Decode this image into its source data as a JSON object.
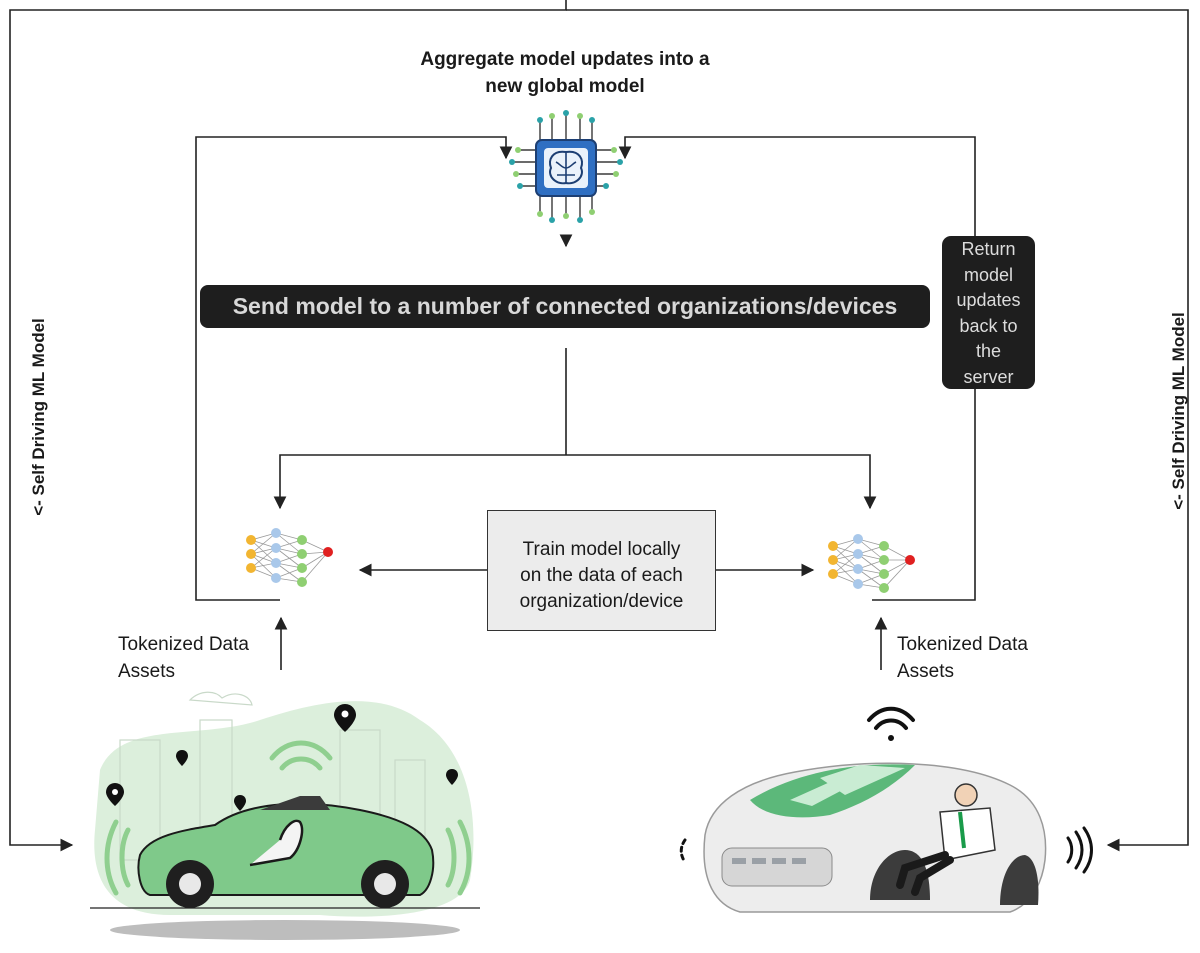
{
  "aggregate": {
    "line1": "Aggregate model updates into a",
    "line2": "new global model"
  },
  "send": {
    "label": "Send model to a number of connected organizations/devices"
  },
  "return": {
    "lines": [
      "Return",
      "model",
      "updates",
      "back to",
      "the",
      "server"
    ]
  },
  "train": {
    "lines": [
      "Train model locally",
      "on the data of each",
      "organization/device"
    ]
  },
  "tokenized_left": {
    "line1": "Tokenized Data",
    "line2": "Assets"
  },
  "tokenized_right": {
    "line1": "Tokenized Data",
    "line2": "Assets"
  },
  "side_label_left": "<-  Self Driving ML Model",
  "side_label_right": "<-  Self Driving ML Model",
  "colors": {
    "line": "#222222",
    "chip_blue": "#2f6fc2",
    "car_green": "#7fc98a",
    "node_yellow": "#f2b531",
    "node_blue": "#a9c8ea",
    "node_green": "#8fcf72",
    "node_red": "#e02020",
    "dark_box": "#1e1e1e"
  },
  "icons": [
    "ai-chip-brain-icon",
    "neural-network-icon",
    "location-pin-icon",
    "wifi-signal-icon",
    "self-driving-car-illustration"
  ]
}
